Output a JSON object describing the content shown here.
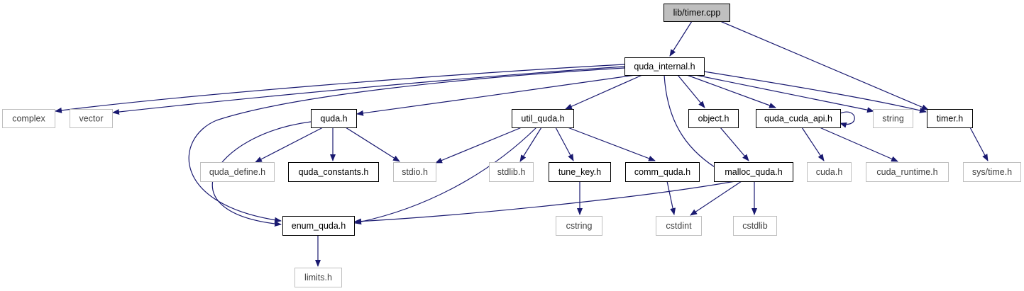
{
  "graph": {
    "colors": {
      "edge": "#191970",
      "root_fill": "#bfbfbf",
      "internal_border": "#000000",
      "external_border": "#bfbfbf",
      "text_internal": "#000000",
      "text_external": "#404040"
    },
    "nodes": [
      {
        "id": "timer_cpp",
        "label": "lib/timer.cpp",
        "kind": "root"
      },
      {
        "id": "quda_internal",
        "label": "quda_internal.h",
        "kind": "internal"
      },
      {
        "id": "complex",
        "label": "complex",
        "kind": "external"
      },
      {
        "id": "vector",
        "label": "vector",
        "kind": "external"
      },
      {
        "id": "quda_h",
        "label": "quda.h",
        "kind": "internal"
      },
      {
        "id": "util_quda",
        "label": "util_quda.h",
        "kind": "internal"
      },
      {
        "id": "object_h",
        "label": "object.h",
        "kind": "internal"
      },
      {
        "id": "quda_cuda_api",
        "label": "quda_cuda_api.h",
        "kind": "internal"
      },
      {
        "id": "string",
        "label": "string",
        "kind": "external"
      },
      {
        "id": "timer_h",
        "label": "timer.h",
        "kind": "internal"
      },
      {
        "id": "quda_define",
        "label": "quda_define.h",
        "kind": "external"
      },
      {
        "id": "quda_constants",
        "label": "quda_constants.h",
        "kind": "internal"
      },
      {
        "id": "stdio",
        "label": "stdio.h",
        "kind": "external"
      },
      {
        "id": "stdlib",
        "label": "stdlib.h",
        "kind": "external"
      },
      {
        "id": "tune_key",
        "label": "tune_key.h",
        "kind": "internal"
      },
      {
        "id": "comm_quda",
        "label": "comm_quda.h",
        "kind": "internal"
      },
      {
        "id": "malloc_quda",
        "label": "malloc_quda.h",
        "kind": "internal"
      },
      {
        "id": "cuda_h",
        "label": "cuda.h",
        "kind": "external"
      },
      {
        "id": "cuda_runtime",
        "label": "cuda_runtime.h",
        "kind": "external"
      },
      {
        "id": "sys_time",
        "label": "sys/time.h",
        "kind": "external"
      },
      {
        "id": "enum_quda",
        "label": "enum_quda.h",
        "kind": "internal"
      },
      {
        "id": "cstring",
        "label": "cstring",
        "kind": "external"
      },
      {
        "id": "cstdint",
        "label": "cstdint",
        "kind": "external"
      },
      {
        "id": "cstdlib",
        "label": "cstdlib",
        "kind": "external"
      },
      {
        "id": "limits",
        "label": "limits.h",
        "kind": "external"
      }
    ],
    "edges": [
      {
        "from": "timer_cpp",
        "to": "quda_internal"
      },
      {
        "from": "timer_cpp",
        "to": "timer_h"
      },
      {
        "from": "quda_internal",
        "to": "complex"
      },
      {
        "from": "quda_internal",
        "to": "vector"
      },
      {
        "from": "quda_internal",
        "to": "quda_h"
      },
      {
        "from": "quda_internal",
        "to": "enum_quda"
      },
      {
        "from": "quda_internal",
        "to": "util_quda"
      },
      {
        "from": "quda_internal",
        "to": "malloc_quda"
      },
      {
        "from": "quda_internal",
        "to": "object_h"
      },
      {
        "from": "quda_internal",
        "to": "quda_cuda_api"
      },
      {
        "from": "quda_internal",
        "to": "string"
      },
      {
        "from": "quda_internal",
        "to": "timer_h"
      },
      {
        "from": "quda_h",
        "to": "enum_quda"
      },
      {
        "from": "quda_h",
        "to": "quda_define"
      },
      {
        "from": "quda_h",
        "to": "quda_constants"
      },
      {
        "from": "quda_h",
        "to": "stdio"
      },
      {
        "from": "util_quda",
        "to": "stdio"
      },
      {
        "from": "util_quda",
        "to": "enum_quda"
      },
      {
        "from": "util_quda",
        "to": "stdlib"
      },
      {
        "from": "util_quda",
        "to": "tune_key"
      },
      {
        "from": "util_quda",
        "to": "comm_quda"
      },
      {
        "from": "object_h",
        "to": "malloc_quda"
      },
      {
        "from": "quda_cuda_api",
        "to": "quda_cuda_api"
      },
      {
        "from": "quda_cuda_api",
        "to": "cuda_h"
      },
      {
        "from": "quda_cuda_api",
        "to": "cuda_runtime"
      },
      {
        "from": "timer_h",
        "to": "sys_time"
      },
      {
        "from": "tune_key",
        "to": "cstring"
      },
      {
        "from": "comm_quda",
        "to": "cstdint"
      },
      {
        "from": "malloc_quda",
        "to": "enum_quda"
      },
      {
        "from": "malloc_quda",
        "to": "cstdint"
      },
      {
        "from": "malloc_quda",
        "to": "cstdlib"
      },
      {
        "from": "enum_quda",
        "to": "limits"
      }
    ]
  }
}
